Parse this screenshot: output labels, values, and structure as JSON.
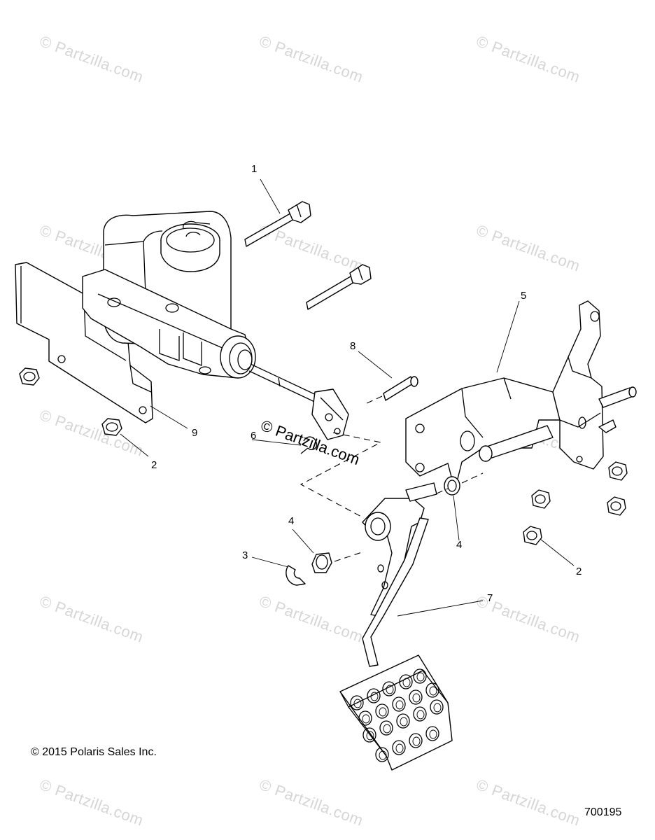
{
  "watermark": {
    "text": "© Partzilla.com",
    "overlay_text": "© Partzilla.com"
  },
  "callouts": [
    {
      "id": "c1",
      "label": "1"
    },
    {
      "id": "c2a",
      "label": "2"
    },
    {
      "id": "c2b",
      "label": "2"
    },
    {
      "id": "c3",
      "label": "3"
    },
    {
      "id": "c4a",
      "label": "4"
    },
    {
      "id": "c4b",
      "label": "4"
    },
    {
      "id": "c5",
      "label": "5"
    },
    {
      "id": "c6",
      "label": "6"
    },
    {
      "id": "c7",
      "label": "7"
    },
    {
      "id": "c8",
      "label": "8"
    },
    {
      "id": "c9",
      "label": "9"
    }
  ],
  "footer": {
    "copyright": "© 2015 Polaris Sales Inc.",
    "figure_number": "700195"
  }
}
